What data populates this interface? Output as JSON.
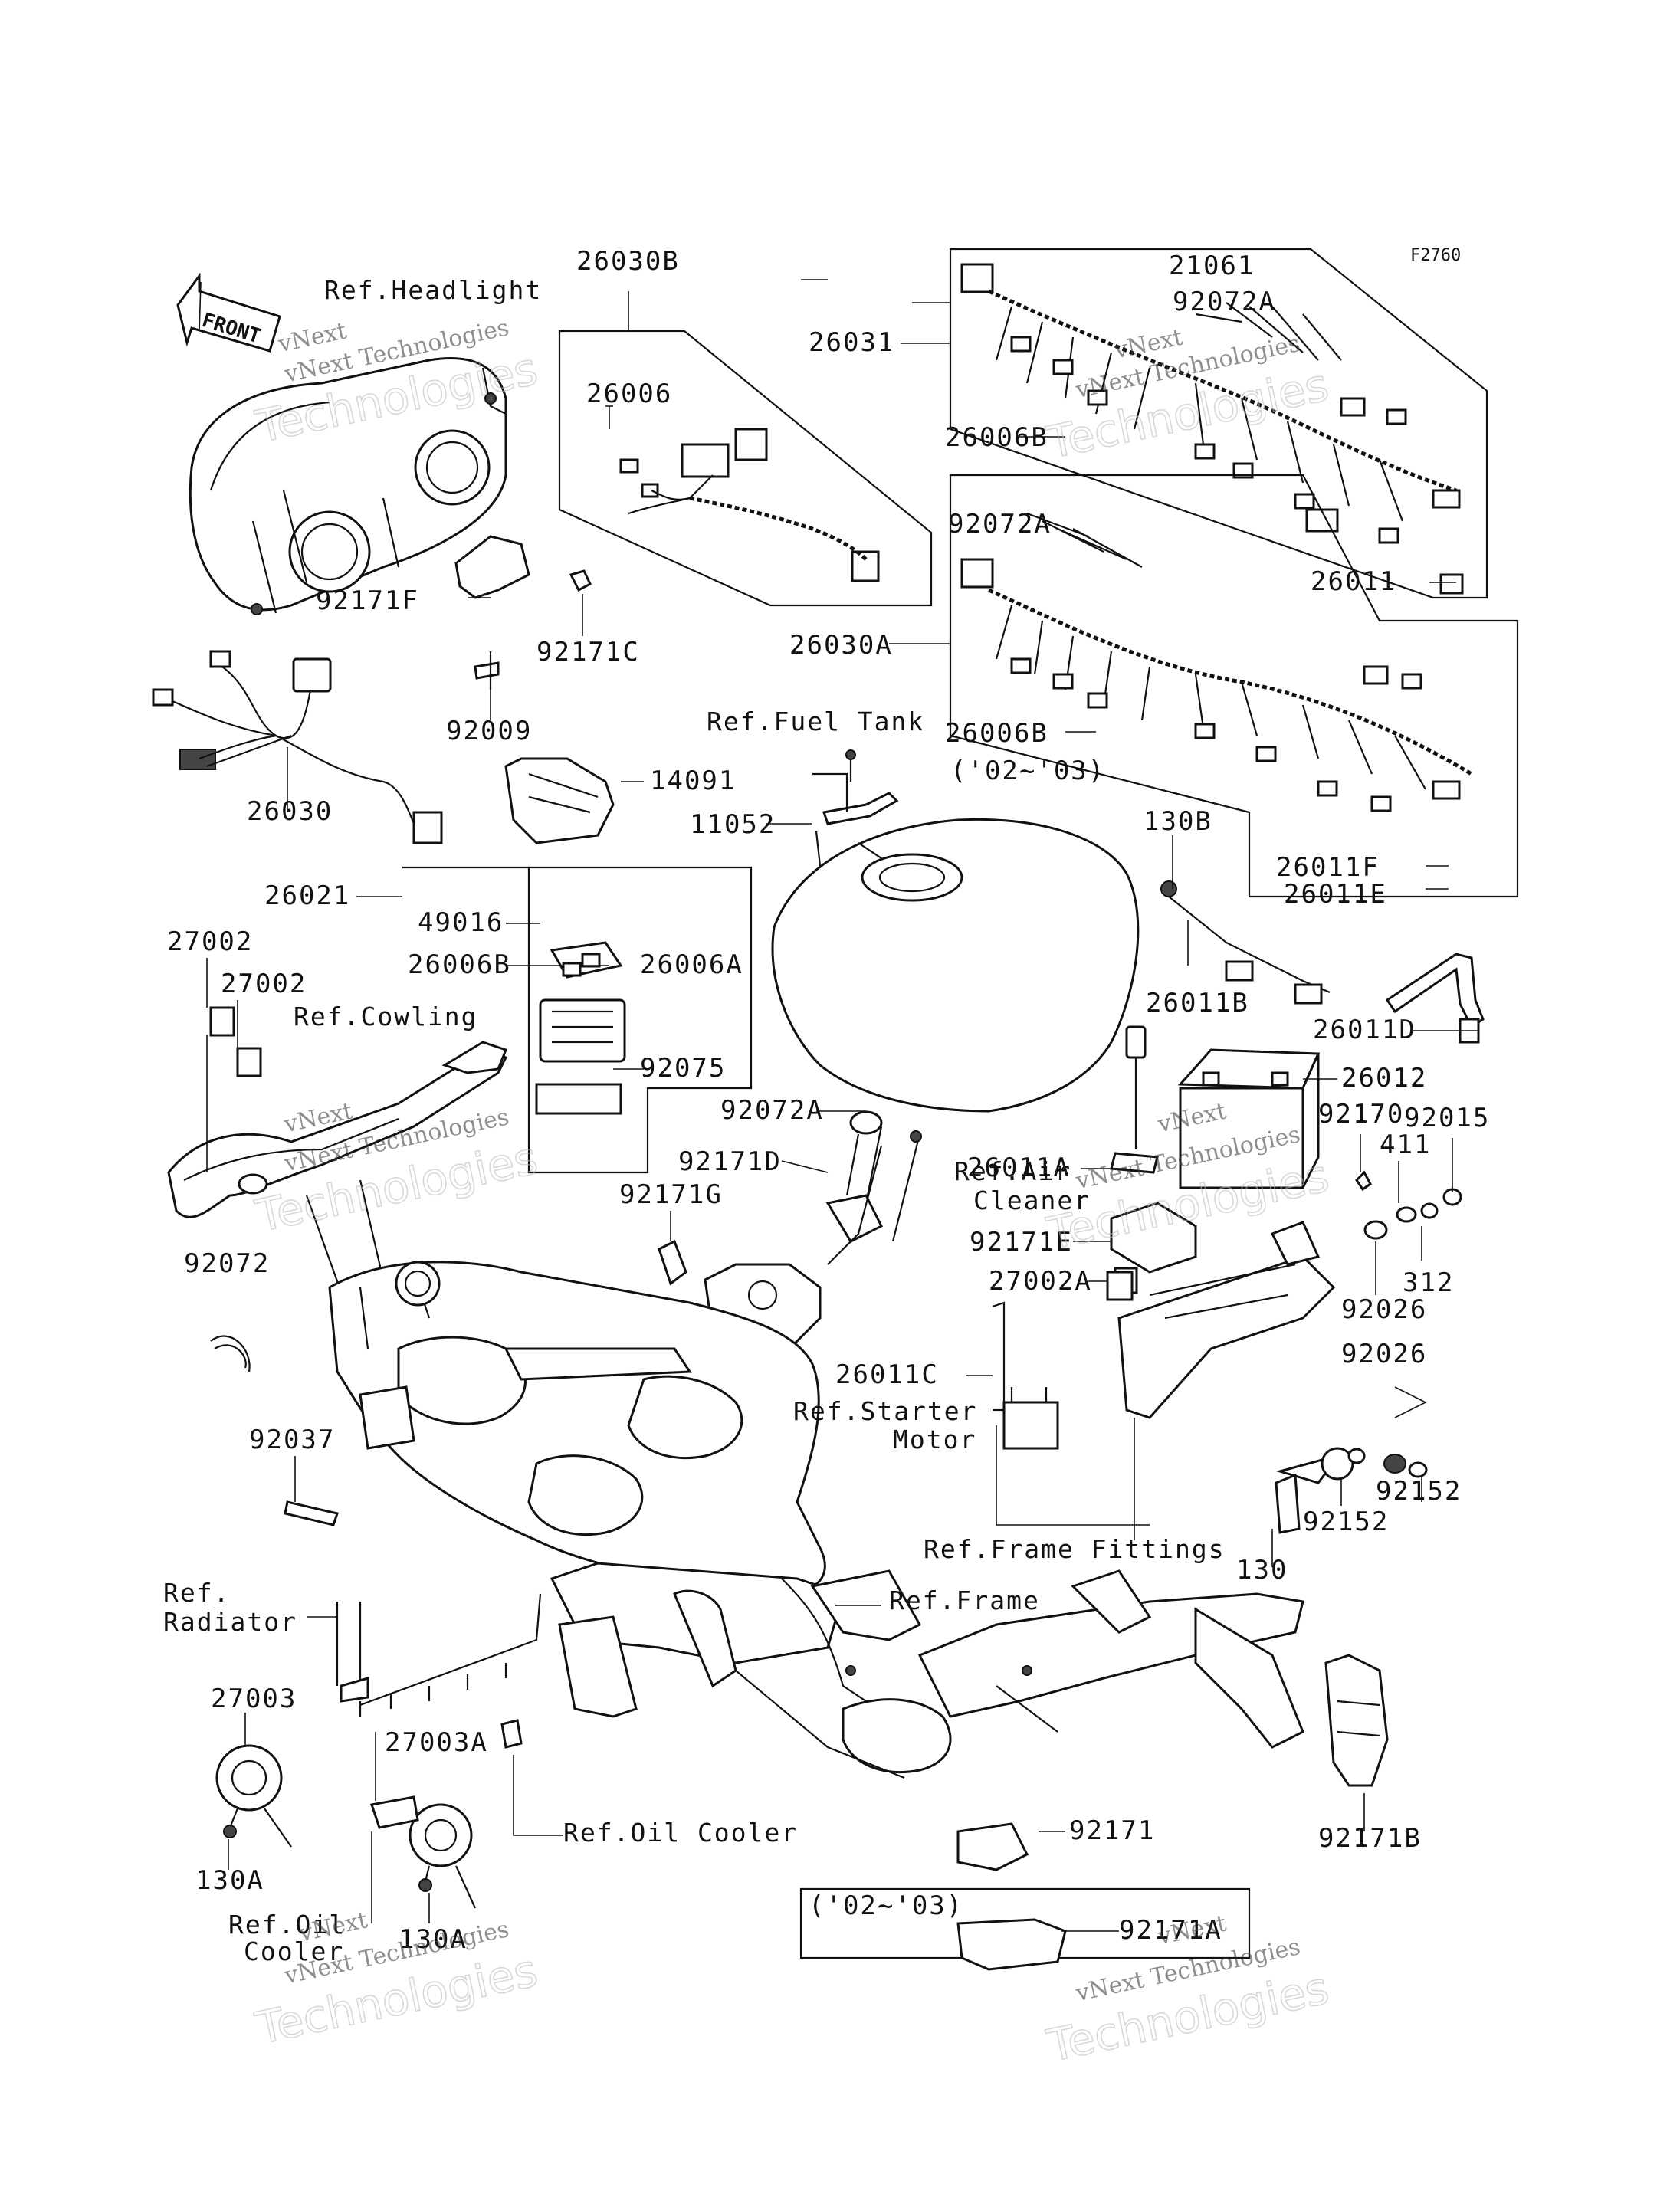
{
  "figure_code": "F2760",
  "front_label": "FRONT",
  "references": {
    "headlight": "Ref.Headlight",
    "fuel_tank": "Ref.Fuel Tank",
    "cowling": "Ref.Cowling",
    "air_cleaner_1": "Ref.Air",
    "air_cleaner_2": "Cleaner",
    "starter_motor_1": "Ref.Starter",
    "starter_motor_2": "Motor",
    "frame_fittings": "Ref.Frame Fittings",
    "frame": "Ref.Frame",
    "radiator_1": "Ref.",
    "radiator_2": "Radiator",
    "oil_cooler": "Ref.Oil Cooler",
    "oil_cooler_b1": "Ref.Oil",
    "oil_cooler_b2": "Cooler"
  },
  "year_notes": {
    "harness": "('02~'03)",
    "cover": "('02~'03)"
  },
  "parts": {
    "p26030B": "26030B",
    "p26006": "26006",
    "p21061": "21061",
    "p92072A_top": "92072A",
    "p26031": "26031",
    "p26006B_top": "26006B",
    "p26011": "26011",
    "p92072A_mid": "92072A",
    "p26030A": "26030A",
    "p26006B_mid": "26006B",
    "p26011F": "26011F",
    "p26011E": "26011E",
    "p92171F": "92171F",
    "p92171C": "92171C",
    "p92009": "92009",
    "p26030": "26030",
    "p14091": "14091",
    "p11052": "11052",
    "p130B": "130B",
    "p26021": "26021",
    "p49016": "49016",
    "p26006B_low": "26006B",
    "p26006A": "26006A",
    "p27002_a": "27002",
    "p27002_b": "27002",
    "p26011B": "26011B",
    "p26011D": "26011D",
    "p92075": "92075",
    "p26012": "26012",
    "p92072A_low": "92072A",
    "p26011A": "26011A",
    "p92170": "92170",
    "p92015": "92015",
    "p411": "411",
    "p92171D": "92171D",
    "p92171G": "92171G",
    "p92072": "92072",
    "p92171E": "92171E",
    "p312": "312",
    "p27002A": "27002A",
    "p92026_a": "92026",
    "p92026_b": "92026",
    "p26011C": "26011C",
    "p92037": "92037",
    "p92152_a": "92152",
    "p92152_b": "92152",
    "p130": "130",
    "p27003": "27003",
    "p27003A": "27003A",
    "p92171": "92171",
    "p92171B": "92171B",
    "p130A_a": "130A",
    "p130A_b": "130A",
    "p92171A": "92171A"
  },
  "watermark": {
    "line1": "vNext Technologies",
    "line2": "Technologies",
    "brand": "vNext"
  }
}
